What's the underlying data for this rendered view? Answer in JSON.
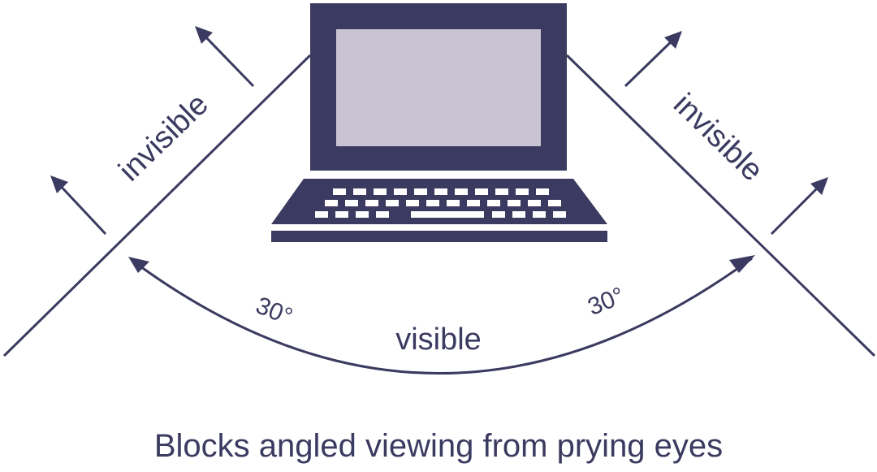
{
  "colors": {
    "ink": "#3b3a60",
    "screen": "#c8c4d2",
    "background": "#ffffff"
  },
  "labels": {
    "invisible_left": "invisible",
    "invisible_right": "invisible",
    "visible": "visible",
    "angle_left": "30°",
    "angle_right": "30°",
    "caption": "Blocks angled viewing from prying eyes"
  }
}
